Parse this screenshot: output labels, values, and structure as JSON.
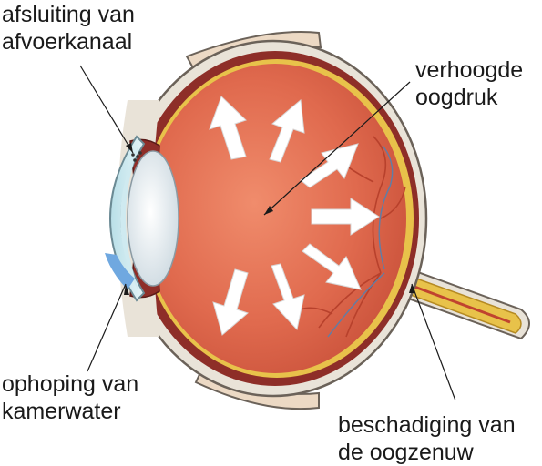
{
  "labels": {
    "drain_blockage": {
      "line1": "afsluiting van",
      "line2": "afvoerkanaal"
    },
    "raised_pressure": {
      "line1": "verhoogde",
      "line2": "oogdruk"
    },
    "fluid_buildup": {
      "line1": "ophoping van",
      "line2": "kamerwater"
    },
    "nerve_damage": {
      "line1": "beschadiging van",
      "line2": "de oogzenuw"
    }
  },
  "colors": {
    "vitreous": "#e06a4e",
    "sclera": "#e9e3d8",
    "choroid": "#8e2e28",
    "retina_band": "#e8c24a",
    "cornea": "#cfeaf0",
    "aqueous": "#6fa8e0",
    "lens": "#eef3f6",
    "arrows": "#ffffff",
    "vessels": "#b8412c"
  }
}
